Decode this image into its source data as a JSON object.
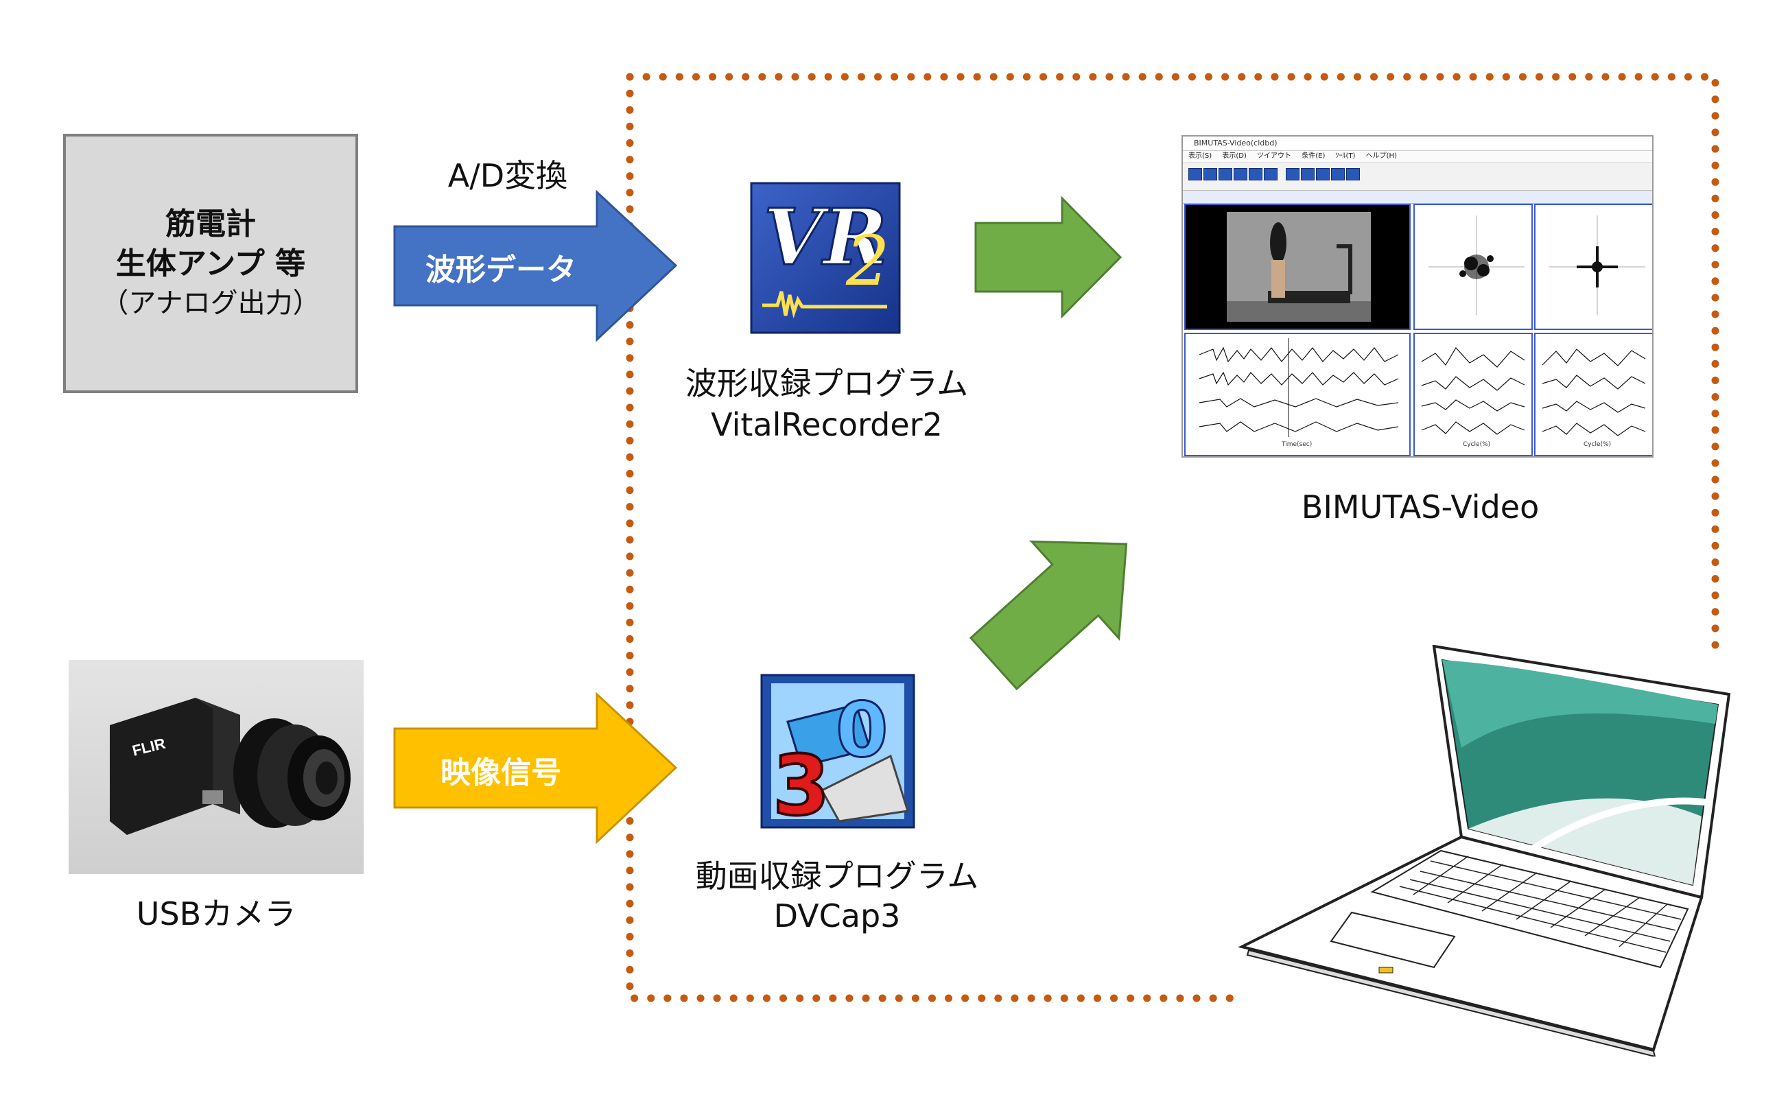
{
  "analog": {
    "line1": "筋電計",
    "line2": "生体アンプ 等",
    "line3": "（アナログ出力）"
  },
  "ad_label": "A/D変換",
  "wave_arrow_label": "波形データ",
  "video_arrow_label": "映像信号",
  "camera_caption": "USBカメラ",
  "vr2": {
    "caption_jp": "波形収録プログラム",
    "caption_en": "VitalRecorder2"
  },
  "dvcap": {
    "caption_jp": "動画収録プログラム",
    "caption_en": "DVCap3"
  },
  "bimutas": {
    "caption": "BIMUTAS-Video",
    "window_title": "BIMUTAS-Video(cldbd)",
    "menu": [
      "表示(S)",
      "表示(D)",
      "ツイアウト",
      "条件(E)",
      "ﾂｰﾙ(T)",
      "ヘルプ(H)"
    ],
    "xaxis_time": "Time(sec)",
    "xaxis_cycle": "Cycle(%)"
  },
  "colors": {
    "blue_arrow": "#4472c4",
    "orange_arrow": "#ffc000",
    "green_arrow": "#70ad47",
    "dotted_border": "#c55a11",
    "analog_box": "#d9d9d9",
    "laptop_screen": "#2e8b7a"
  }
}
